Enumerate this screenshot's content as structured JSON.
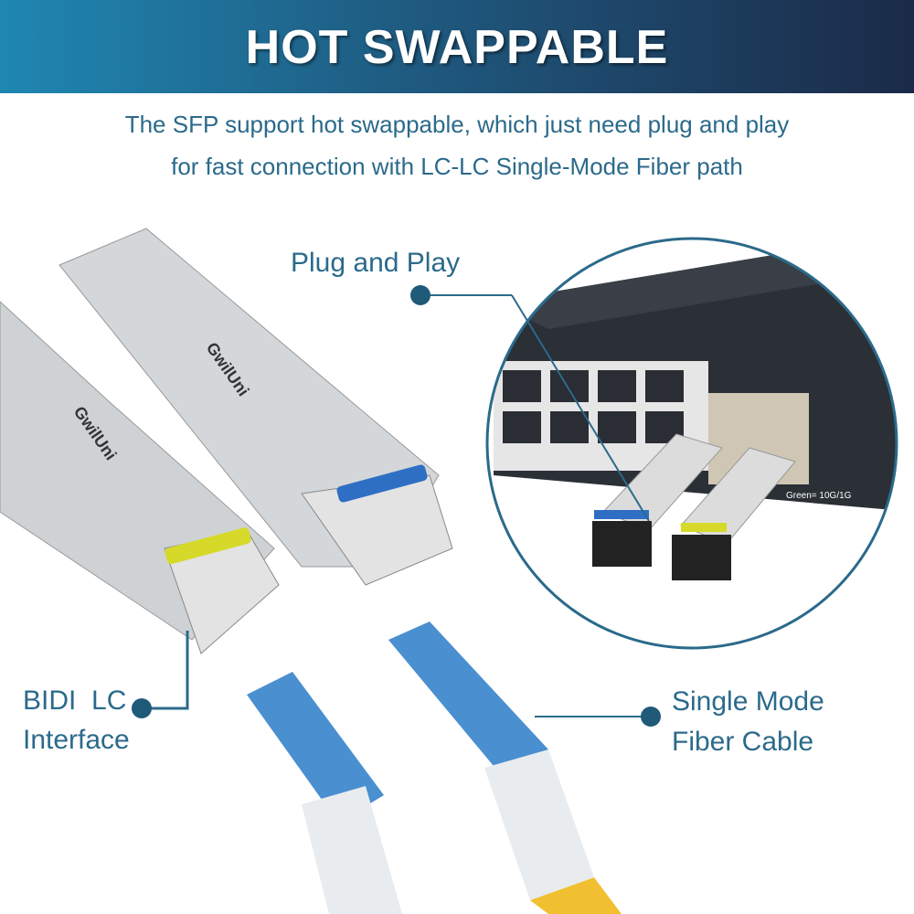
{
  "header": {
    "title": "HOT SWAPPABLE"
  },
  "subtitle": {
    "line1": "The SFP support hot swappable, which just need plug and play",
    "line2": "for fast connection with LC-LC Single-Mode Fiber path"
  },
  "callouts": {
    "plug_and_play": "Plug and Play",
    "bidi_line1": "BIDI  LC",
    "bidi_line2": "Interface",
    "fiber_line1": "Single Mode",
    "fiber_line2": "Fiber Cable"
  },
  "product": {
    "brand": "GwilUni",
    "switch_label": "Green= 10G/1G"
  },
  "colors": {
    "accent": "#2b6a8b",
    "dot": "#1f5a78",
    "blue_latch": "#2e6fc4",
    "yellow_latch": "#d6d92a",
    "connector": "#4a8fd0"
  }
}
